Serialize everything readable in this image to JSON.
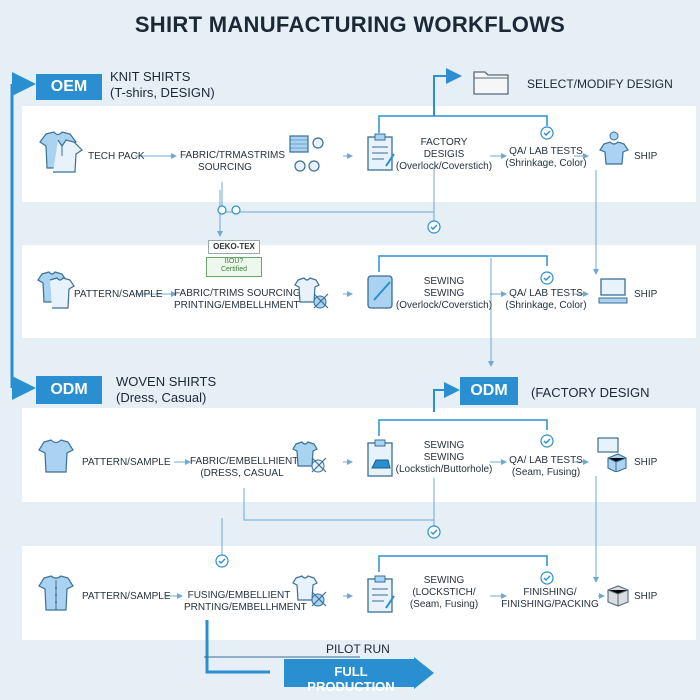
{
  "title": "SHIRT MANUFACTURING WORKFLOWS",
  "oem": {
    "badge": "OEM",
    "heading_line1": "KNIT SHIRTS",
    "heading_line2": "(T-shirs, DESIGN)",
    "right_label": "SELECT/MODIFY DESIGN",
    "row1": {
      "tech_pack": "TECH PACK",
      "fabric_line1": "FABRIC/TRMASTRIMS",
      "fabric_line2": "SOURCING",
      "factory_line1": "FACTORY",
      "factory_line2": "DESIGIS",
      "factory_line3": "(Overlock/Coverstich)",
      "qa_line1": "QA/ LAB TESTS",
      "qa_line2": "(Shrinkage, Color)",
      "ship": "SHIP"
    },
    "row2": {
      "pattern": "PATTERN/SAMPLE",
      "fabric_line1": "FABRIC/TRIMS SOURCING",
      "fabric_line2": "PRINTING/EMBELLHMENT",
      "sewing_line1": "SEWING",
      "sewing_line2": "SEWING",
      "sewing_line3": "(Overlock/Coverstich)",
      "qa_line1": "QA/ LAB TESTS",
      "qa_line2": "(Shrinkage, Color)",
      "ship": "SHIP"
    },
    "cert_top": "OEKO-TEX",
    "cert_bottom_line1": "ßOU?",
    "cert_bottom_line2": "Certified"
  },
  "odm": {
    "badge": "ODM",
    "heading_line1": "WOVEN SHIRTS",
    "heading_line2": "(Dress, Casual)",
    "right_badge": "ODM",
    "right_label": "(FACTORY DESIGN",
    "row3": {
      "pattern": "PATTERN/SAMPLE",
      "fabric_line1": "FABRIC/EMBELLHIENT",
      "fabric_line2": "(DRESS, CASUAL",
      "sewing_line1": "SEWING",
      "sewing_line2": "SEWING",
      "sewing_line3": "(Lockstich/Buttorhole)",
      "qa_line1": "QA/ LAB TESTS",
      "qa_line2": "(Seam, Fusing)",
      "ship": "SHIP"
    },
    "row4": {
      "pattern": "PATTERN/SAMPLE",
      "fusing_line1": "FUSING/EMBELLIENT",
      "fusing_line2": "PRNTING/EMBELLHMENT",
      "sewing_line1": "SEWING",
      "sewing_line2": "(LOCKSTICH/",
      "sewing_line3": "(Seam, Fusing)",
      "finish_line1": "FINISHING/",
      "finish_line2": "FINISHING/PACKING",
      "ship": "SHIP"
    }
  },
  "pilot_run": "PILOT RUN",
  "full_production": "FULL PRODUCTION",
  "colors": {
    "accent": "#2a8fd0",
    "icon_fill": "#a9d3f0",
    "line": "#3a6f96",
    "background": "#e6eef6",
    "panel": "#ffffff"
  }
}
